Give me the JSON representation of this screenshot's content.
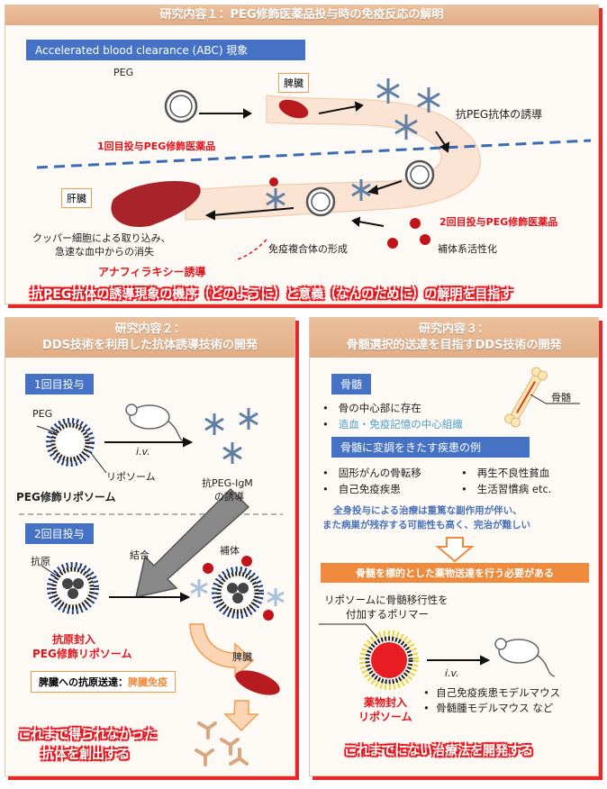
{
  "p1": {
    "title": "研究内容１：PEG修飾医薬品投与時の免疫反応の解明",
    "abc_label": "Accelerated blood clearance (ABC) 現象",
    "peg": "PEG",
    "spleen": "脾臓",
    "liver": "肝臓",
    "first_dose": "1回目投与PEG修飾医薬品",
    "antibody_induction": "抗PEG抗体の誘導",
    "second_dose": "2回目投与PEG修飾医薬品",
    "kupffer_1": "クッパー細胞による取り込み、",
    "kupffer_2": "急速な血中からの消失",
    "immune_complex": "免疫複合体の形成",
    "complement": "補体系活性化",
    "anaphylaxis": "アナフィラキシー誘導",
    "goal": "抗PEG抗体の誘導現象の機序（どのように）と意義（なんのために）の解明を目指す"
  },
  "p2": {
    "title_1": "研究内容２：",
    "title_2": "DDS技術を利用した抗体誘導技術の開発",
    "first_dose": "1回目投与",
    "peg": "PEG",
    "iv": "i.v.",
    "liposome": "リポソーム",
    "peg_liposome": "PEG修飾リポソーム",
    "igm_1": "抗PEG-IgM",
    "igm_2": "の誘導",
    "second_dose": "2回目投与",
    "binding": "結合",
    "complement": "補体",
    "antigen": "抗原",
    "antigen_lipo_1": "抗原封入",
    "antigen_lipo_2": "PEG修飾リポソーム",
    "spleen": "脾臓",
    "delivery_label": "脾臓への抗原送達：",
    "delivery_value": "脾臓免疫",
    "goal_1": "これまで得られなかった",
    "goal_2": "抗体を創出する"
  },
  "p3": {
    "title_1": "研究内容３：",
    "title_2": "骨髄選択的送達を目指すDDS技術の開発",
    "marrow_tag": "骨髄",
    "marrow_label": "骨髄",
    "bullet_1": "骨の中心部に存在",
    "bullet_2": "造血・免疫記憶の中心組織",
    "disease_tag": "骨髄に変調をきたす疾患の例",
    "d1": "固形がんの骨転移",
    "d2": "再生不良性貧血",
    "d3": "自己免疫疾患",
    "d4": "生活習慣病 etc.",
    "warn_1": "全身投与による治療は重篤な副作用が伴い、",
    "warn_2": "また病巣が残存する可能性も高く、完治が難しい",
    "need": "骨髄を標的とした薬物送達を行う必要がある",
    "polymer_1": "リポソームに骨髄移行性を",
    "polymer_2": "付加するポリマー",
    "drug_1": "薬物封入",
    "drug_2": "リポソーム",
    "iv": "i.v.",
    "model_1": "自己免疫疾患モデルマウス",
    "model_2": "骨髄腫モデルマウス など",
    "goal": "これまでにない治療法を開発する"
  },
  "colors": {
    "accent_red": "#e4141c",
    "header_tan": "#e6b58f",
    "blue_tag": "#4572c4",
    "orange": "#f08a3c"
  }
}
